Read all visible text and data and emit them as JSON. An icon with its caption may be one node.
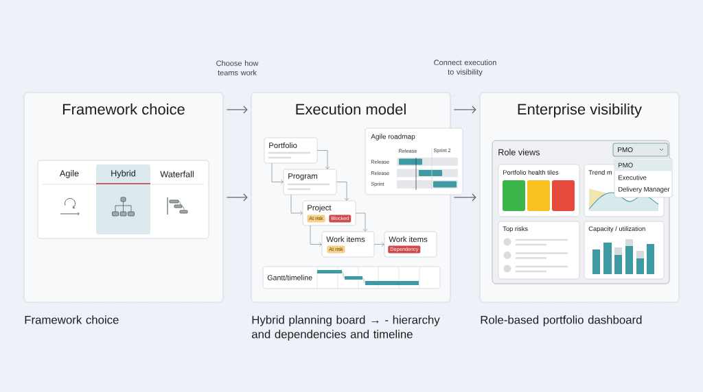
{
  "diagram": {
    "nodes": [
      {
        "text": [
          "Framework choice"
        ],
        "beside": [
          "Framework choice"
        ]
      },
      {
        "text": [],
        "shape": "box",
        "in": 0
      },
      {
        "text": [
          "Agile"
        ],
        "in": 1
      },
      {
        "text": [
          "Hybrid"
        ],
        "in": 1
      },
      {
        "text": [
          "Waterfall"
        ],
        "in": 1
      },
      {
        "text": [
          "Execution model"
        ],
        "beside": [
          "Hybrid planning board → - hierarchy and dependencies and timeline"
        ]
      },
      {
        "text": [
          "Portfolio"
        ],
        "in": 5
      },
      {
        "text": [
          "Program"
        ],
        "in": 5
      },
      {
        "text": [
          "Project"
        ],
        "in": 5
      },
      {
        "text": [
          "At risk"
        ],
        "in": 8
      },
      {
        "text": [
          "Blocked"
        ],
        "in": 8
      },
      {
        "text": [
          "Work items"
        ],
        "in": 5
      },
      {
        "text": [
          "At risk"
        ],
        "in": 11
      },
      {
        "text": [
          "Work items"
        ],
        "in": 5
      },
      {
        "text": [
          "Dependency"
        ],
        "in": 13
      },
      {
        "text": [
          "Agile roadmap",
          "Release",
          "Sprint 2",
          "Release",
          "Release",
          "Sprint"
        ],
        "in": 5
      },
      {
        "text": [
          "Gantt/timeline"
        ],
        "in": 5
      },
      {
        "text": [
          "Enterprise visibility"
        ],
        "beside": [
          "Role-based portfolio dashboard"
        ]
      },
      {
        "text": [
          "Role views"
        ],
        "in": 17
      },
      {
        "text": [
          "PMO"
        ],
        "in": 18
      },
      {
        "text": [
          "Portfolio health tiles"
        ],
        "in": 18
      },
      {
        "text": [
          "Trend m"
        ],
        "in": 18
      },
      {
        "text": [
          "Top risks"
        ],
        "in": 18
      },
      {
        "text": [
          "Capacity / utilization"
        ],
        "in": 18
      },
      {
        "text": [
          "PMO",
          "Executive",
          "Delivery Manager"
        ],
        "in": 18
      }
    ],
    "edges": [
      {
        "from": 0,
        "to": 5,
        "arrow": "to",
        "label": "Choose how teams work"
      },
      {
        "from": 0,
        "to": 5,
        "arrow": "to"
      },
      {
        "from": 5,
        "to": 17,
        "arrow": "to",
        "label": "Connect execution to visibility"
      },
      {
        "from": 5,
        "to": 17,
        "arrow": "to"
      },
      {
        "from": 6,
        "to": 7,
        "arrow": "to"
      },
      {
        "from": 6,
        "to": 7,
        "arrow": "to"
      },
      {
        "from": 7,
        "to": 8,
        "arrow": "to"
      },
      {
        "from": 7,
        "to": 8,
        "arrow": "to"
      },
      {
        "from": 8,
        "to": 11,
        "arrow": "to"
      },
      {
        "from": 8,
        "to": 11,
        "arrow": "to"
      },
      {
        "from": 11,
        "to": 13,
        "arrow": "to"
      }
    ]
  }
}
